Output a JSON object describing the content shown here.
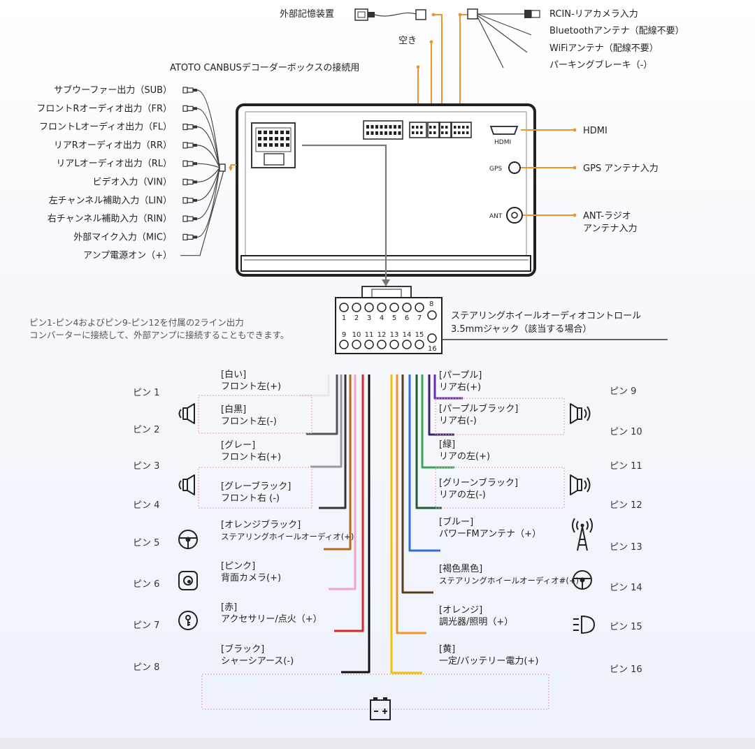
{
  "top_labels": {
    "external_storage": "外部記憶装置",
    "empty": "空き",
    "canbus": "ATOTO CANBUSデコーダーボックスの接続用",
    "rcin": "RCIN-リアカメラ入力",
    "bluetooth": "Bluetoothアンテナ（配線不要）",
    "wifi": "WiFiアンテナ（配線不要）",
    "parking": "パーキングブレーキ（-）"
  },
  "left_outputs": [
    "サブウーファー出力（SUB）",
    "フロントRオーディオ出力（FR）",
    "フロントLオーディオ出力（FL）",
    "リアRオーディオ出力（RR）",
    "リアLオーディオ出力（RL）",
    "ビデオ入力（VIN）",
    "左チャンネル補助入力（LIN）",
    "右チャンネル補助入力（RIN）",
    "外部マイク入力（MIC）",
    "アンプ電源オン（+）"
  ],
  "unit_labels": {
    "hdmi_port": "HDMI",
    "gps_port": "GPS",
    "ant_port": "ANT",
    "hdmi": "HDMI",
    "gps": "GPS アンテナ入力",
    "ant_line1": "ANT-ラジオ",
    "ant_line2": "アンテナ入力"
  },
  "connector": {
    "top_row": [
      "1",
      "2",
      "3",
      "4",
      "5",
      "6",
      "7"
    ],
    "top_extra": "8",
    "bottom_row": [
      "9",
      "10",
      "11",
      "12",
      "13",
      "14",
      "15"
    ],
    "bottom_extra": "16"
  },
  "notes": {
    "left_line1": "ピン1-ピン4およびピン9-ピン12を付属の2ライン出力",
    "left_line2": "コンバーターに接続して、外部アンプに接続することもできます。",
    "right_line1": "ステアリングホイールオーディオコントロール",
    "right_line2": "3.5mmジャック（該当する場合）"
  },
  "pins_left": [
    {
      "pin": "ピン 1",
      "color_label": "[白い]",
      "desc": "フロント左(+)",
      "wire": "#e8e8e8"
    },
    {
      "pin": "ピン 2",
      "color_label": "[白黒]",
      "desc": "フロント左(-)",
      "wire": "#555555"
    },
    {
      "pin": "ピン 3",
      "color_label": "[グレー]",
      "desc": "フロント右(+)",
      "wire": "#9a9a9a"
    },
    {
      "pin": "ピン 4",
      "color_label": "[グレーブラック]",
      "desc": "フロント右 (-)",
      "wire": "#333333"
    },
    {
      "pin": "ピン 5",
      "color_label": "[オレンジブラック]",
      "desc": "ステアリングホイールオーディオ(+)",
      "wire": "#b86a1e"
    },
    {
      "pin": "ピン 6",
      "color_label": "[ピンク]",
      "desc": "背面カメラ(+)",
      "wire": "#f4a3c0"
    },
    {
      "pin": "ピン 7",
      "color_label": "[赤]",
      "desc": "アクセサリー/点火（+）",
      "wire": "#d62828"
    },
    {
      "pin": "ピン 8",
      "color_label": "[ブラック]",
      "desc": "シャーシアース(-)",
      "wire": "#111111"
    }
  ],
  "pins_right": [
    {
      "pin": "ピン 9",
      "color_label": "[パープル]",
      "desc": "リア右(+)",
      "wire": "#6a2fb0"
    },
    {
      "pin": "ピン 10",
      "color_label": "[パープルブラック]",
      "desc": "リア右(-)",
      "wire": "#3d2366"
    },
    {
      "pin": "ピン 11",
      "color_label": "[緑]",
      "desc": "リアの左(+)",
      "wire": "#3aa655"
    },
    {
      "pin": "ピン 12",
      "color_label": "[グリーンブラック]",
      "desc": "リアの左(-)",
      "wire": "#1f5e34"
    },
    {
      "pin": "ピン 13",
      "color_label": "[ブルー]",
      "desc": "パワーFMアンテナ（+）",
      "wire": "#2c6fd6"
    },
    {
      "pin": "ピン 14",
      "color_label": "[褐色黒色]",
      "desc": "ステアリングホイールオーディオ#(+)",
      "wire": "#5a3b1e"
    },
    {
      "pin": "ピン 15",
      "color_label": "[オレンジ]",
      "desc": "調光器/照明（+）",
      "wire": "#f0932b"
    },
    {
      "pin": "ピン 16",
      "color_label": "[黄]",
      "desc": "一定/バッテリー電力(+)",
      "wire": "#f2c200"
    }
  ],
  "icons": {
    "speakers": "speaker-icon",
    "steering": "steering-wheel-icon",
    "camera": "camera-icon",
    "ignition": "ignition-key-icon",
    "antenna": "antenna-icon",
    "light": "headlight-icon",
    "battery": "battery-icon"
  }
}
